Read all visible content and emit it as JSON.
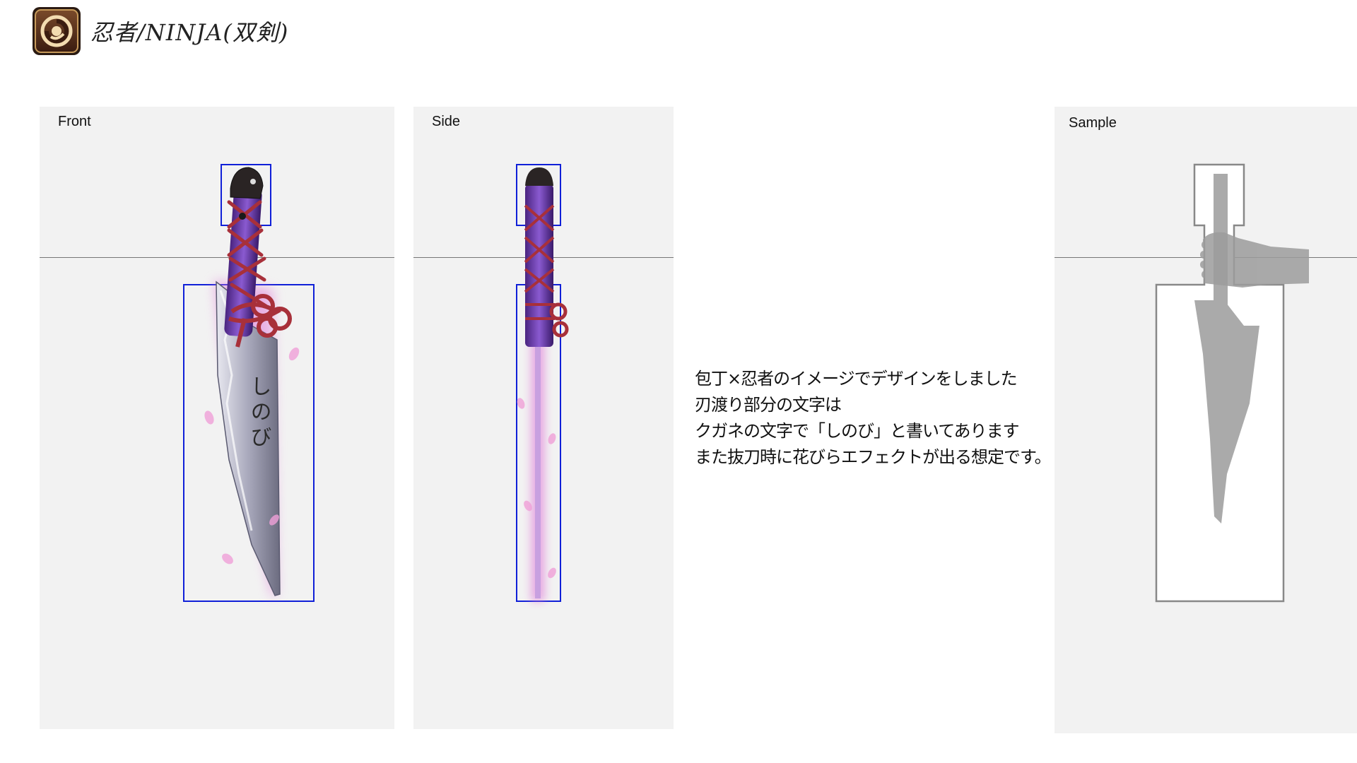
{
  "header": {
    "title": "忍者/NINJA(双剣)",
    "icon": "ninja-class-emblem-icon"
  },
  "panels": {
    "front": {
      "label": "Front"
    },
    "side": {
      "label": "Side"
    },
    "sample": {
      "label": "Sample"
    }
  },
  "blade_kana": [
    "しのび"
  ],
  "description": {
    "lines": [
      "包丁×忍者のイメージでデザインをしました",
      "刃渡り部分の文字は",
      "クガネの文字で「しのび」と書いてあります",
      "また抜刀時に花びらエフェクトが出る想定です。"
    ]
  },
  "colors": {
    "guide_box": "#1020d8",
    "handle_purple": "#6a3aa8",
    "cord_red": "#a8303a",
    "blade_steel": "#b8b8c8",
    "glow_pink": "#e07ad8",
    "panel_bg": "#f2f2f2",
    "sample_gray": "#aaaaaa"
  }
}
